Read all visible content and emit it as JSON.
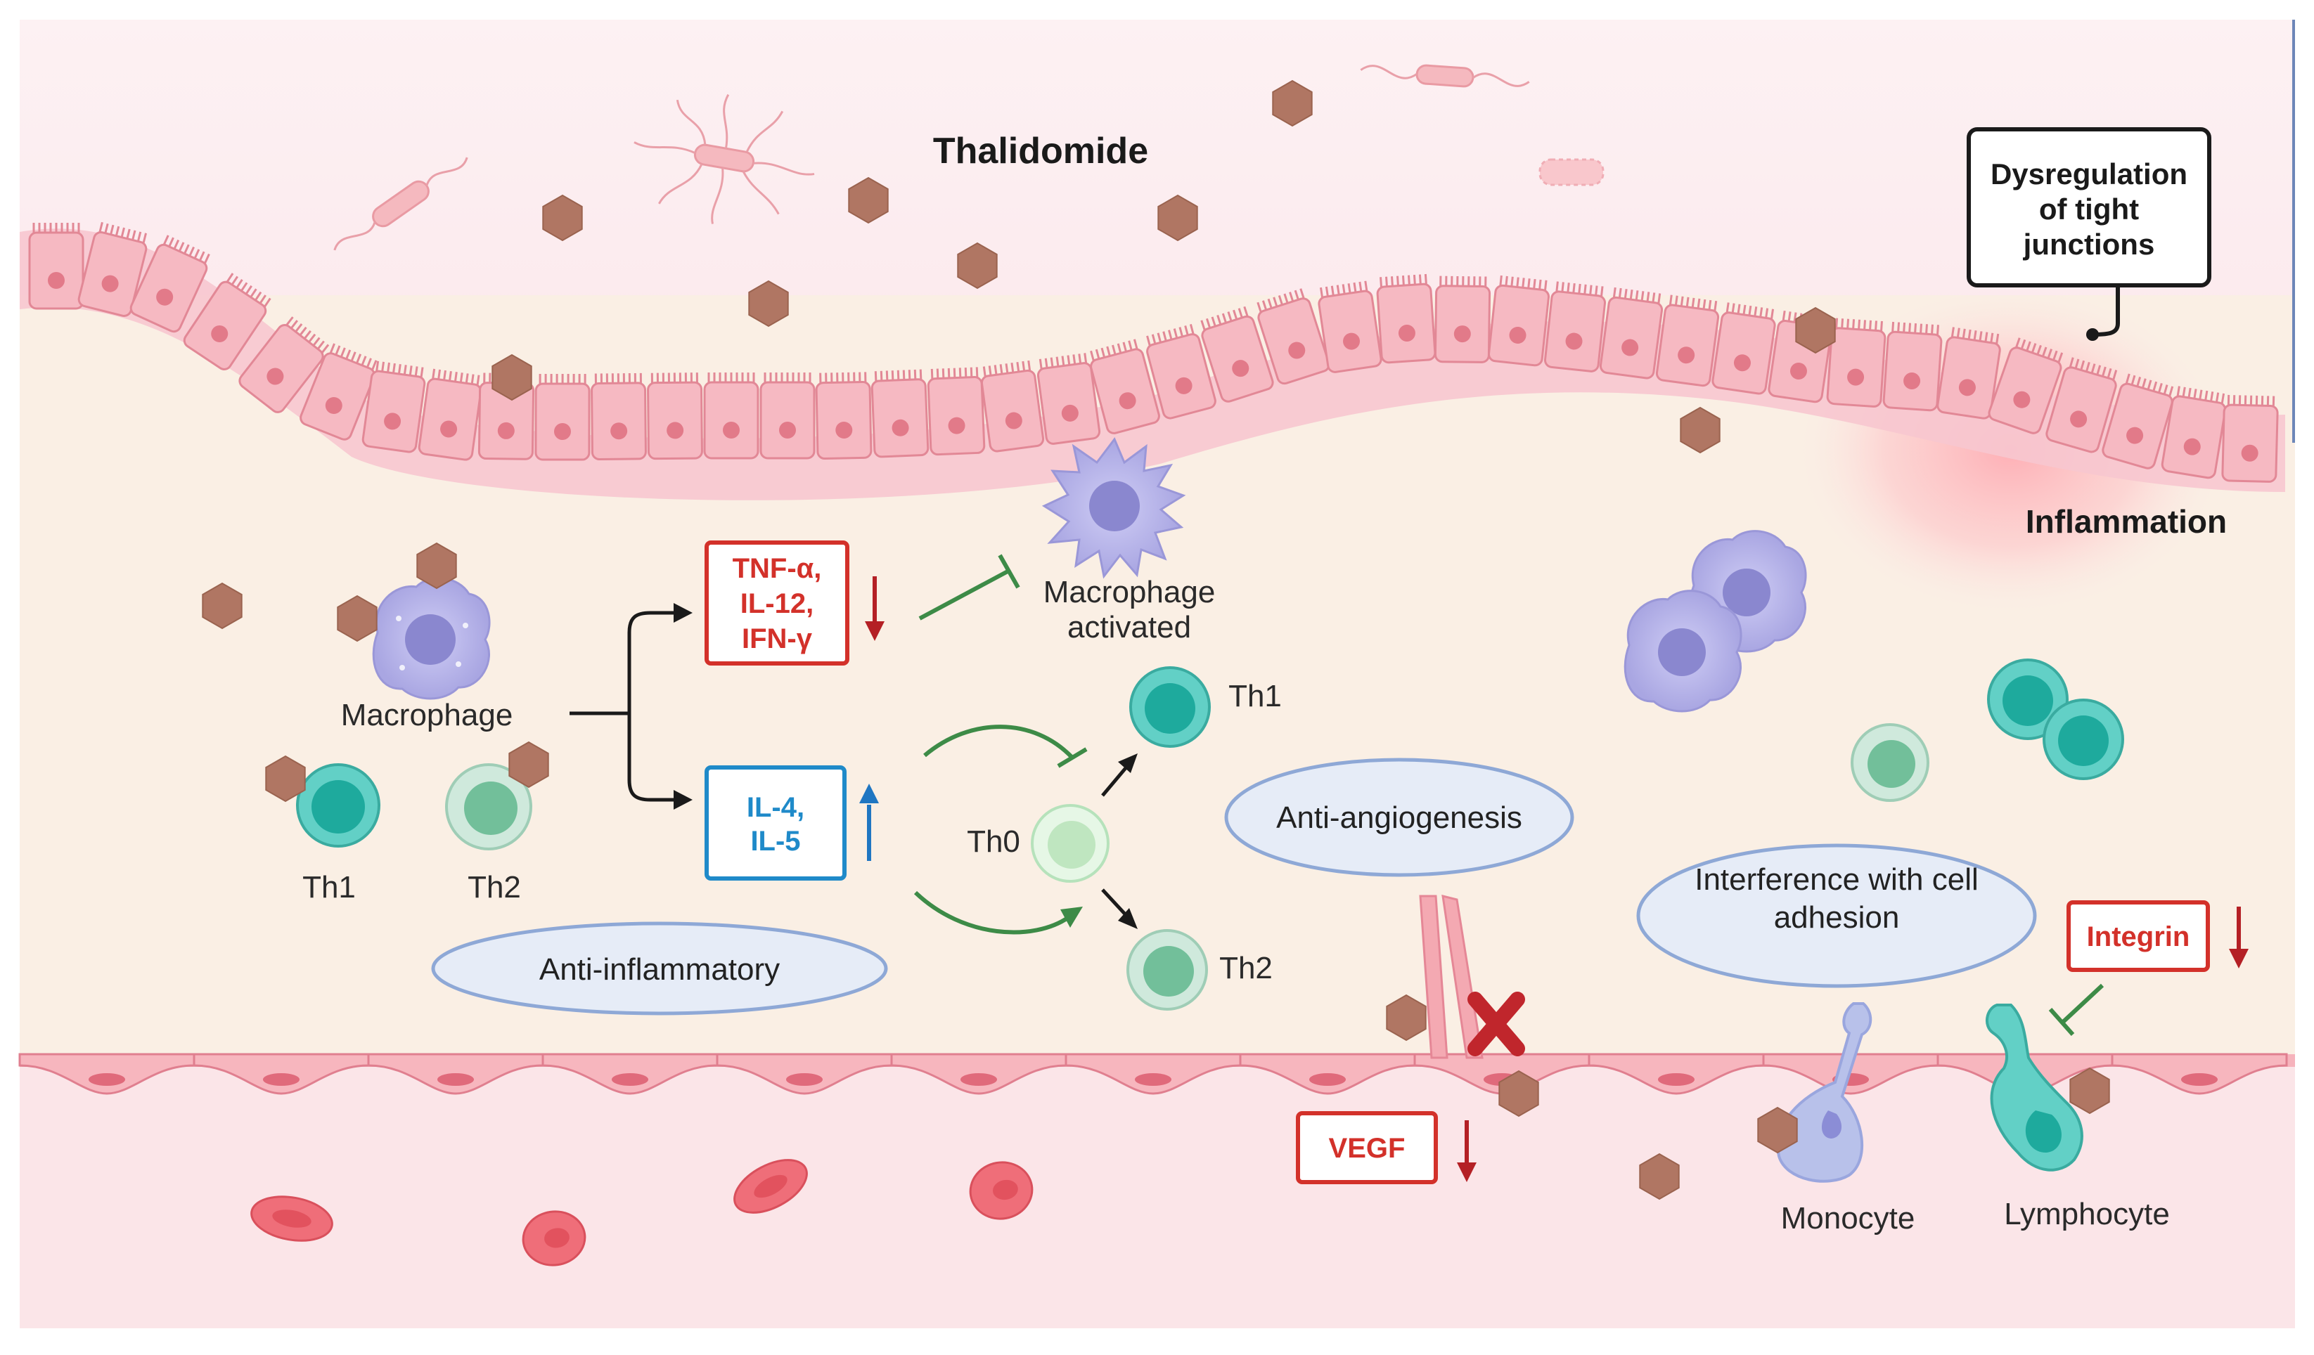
{
  "title": "Thalidomide",
  "callout": {
    "lines": [
      "Dysregulation",
      "of tight",
      "junctions"
    ]
  },
  "inflammation_label": "Inflammation",
  "cells": {
    "macrophage": "Macrophage",
    "macrophage_activated": [
      "Macrophage",
      "activated"
    ],
    "th1_left": "Th1",
    "th2_left": "Th2",
    "th0": "Th0",
    "th1_right": "Th1",
    "th2_right": "Th2",
    "monocyte": "Monocyte",
    "lymphocyte": "Lymphocyte"
  },
  "cytokines_down": {
    "lines": [
      "TNF-α,",
      "IL-12,",
      "IFN-γ"
    ]
  },
  "cytokines_up": {
    "lines": [
      "IL-4,",
      "IL-5"
    ]
  },
  "vegf": "VEGF",
  "integrin": "Integrin",
  "mechanisms": {
    "anti_inflammatory": "Anti-inflammatory",
    "anti_angiogenesis": "Anti-angiogenesis",
    "cell_adhesion": [
      "Interference with cell",
      "adhesion"
    ]
  },
  "colors": {
    "lumen_bg": "#fbeef0",
    "tissue_bg": "#faeee3",
    "epithelium": "#f2aab4",
    "drug_hex": "#b07663",
    "macrophage": "#b8b6e8",
    "th1": "#3cc2b5",
    "th2": "#9bd3b8",
    "down_red": "#c0262c",
    "up_blue": "#1f76c2",
    "inhibit_green": "#3d8b47"
  }
}
